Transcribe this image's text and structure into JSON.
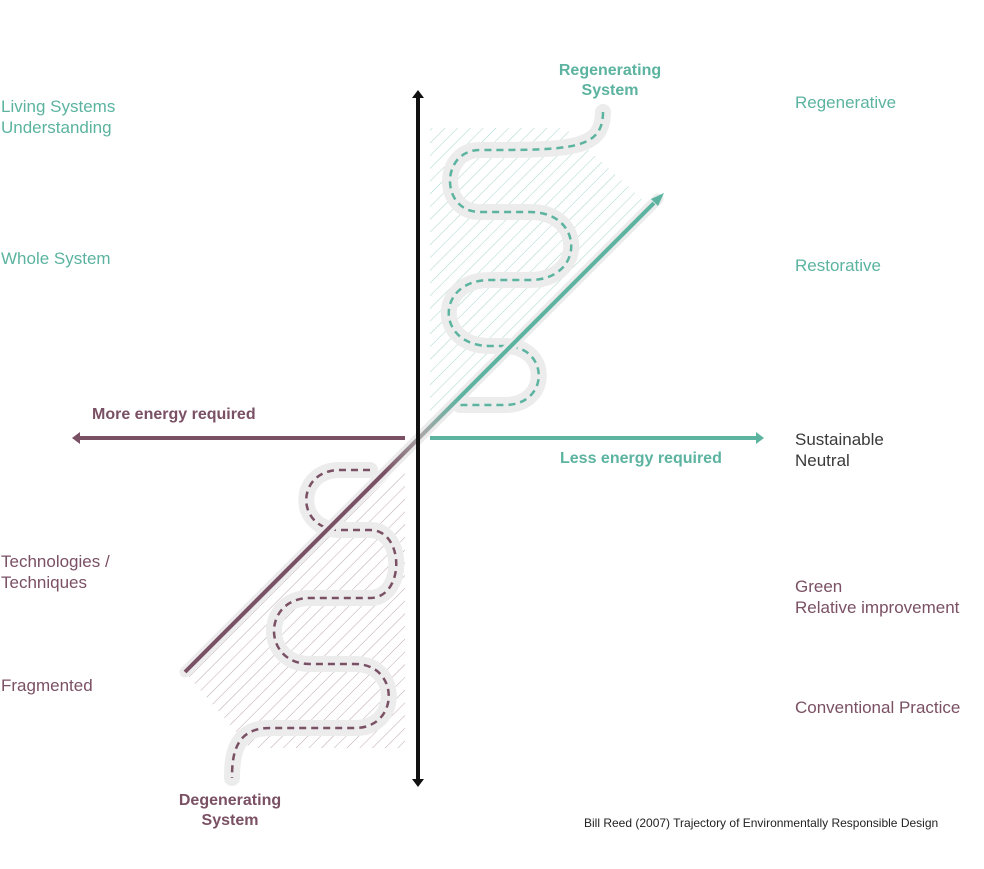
{
  "left_labels": {
    "living_systems_line1": "Living Systems",
    "living_systems_line2": "Understanding",
    "whole_system": "Whole System",
    "technologies_line1": "Technologies /",
    "technologies_line2": "Techniques",
    "fragmented": "Fragmented"
  },
  "right_labels": {
    "regenerative": "Regenerative",
    "restorative": "Restorative",
    "sustainable_line1": "Sustainable",
    "sustainable_line2": "Neutral",
    "green_line1": "Green",
    "green_line2": "Relative improvement",
    "conventional": "Conventional Practice"
  },
  "axis_labels": {
    "more_energy": "More energy required",
    "less_energy": "Less energy required"
  },
  "systems": {
    "regenerating_line1": "Regenerating",
    "regenerating_line2": "System",
    "degenerating_line1": "Degenerating",
    "degenerating_line2": "System"
  },
  "credit": "Bill Reed (2007) Trajectory of Environmentally Responsible Design",
  "colors": {
    "teal": "#5bb3a0",
    "plum": "#7a5064",
    "axis": "#111111",
    "path_bg": "#ececec"
  }
}
